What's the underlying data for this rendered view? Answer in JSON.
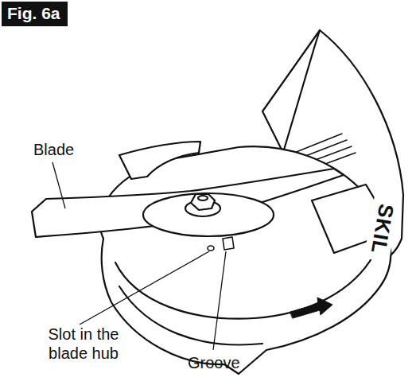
{
  "diagram": {
    "title": "Fig. 6a",
    "labels": [
      "Blade",
      "Slot in the blade hub",
      "Groove",
      "SKIL"
    ]
  }
}
